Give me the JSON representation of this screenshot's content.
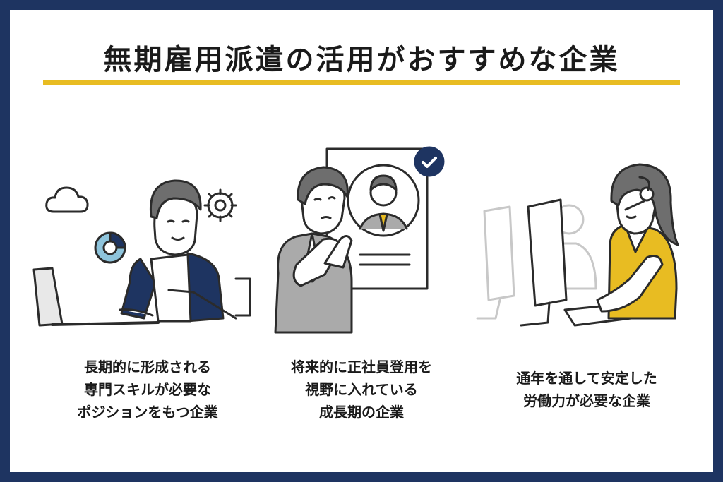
{
  "title": "無期雇用派遣の活用がおすすめな企業",
  "colors": {
    "border": "#1e3461",
    "accent": "#e8bc22",
    "navy": "#1e3461",
    "gray": "#aaaaaa"
  },
  "cards": [
    {
      "illustration": "man-with-laptop-cloud-gear-chart-icons",
      "lines": [
        "長期的に形成される",
        "専門スキルが必要な",
        "ポジションをもつ企業"
      ]
    },
    {
      "illustration": "thinking-man-with-candidate-profile-check-icon",
      "lines": [
        "将来的に正社員登用を",
        "視野に入れている",
        "成長期の企業"
      ]
    },
    {
      "illustration": "call-center-operators-with-headsets",
      "lines": [
        "通年を通して安定した",
        "労働力が必要な企業"
      ]
    }
  ]
}
